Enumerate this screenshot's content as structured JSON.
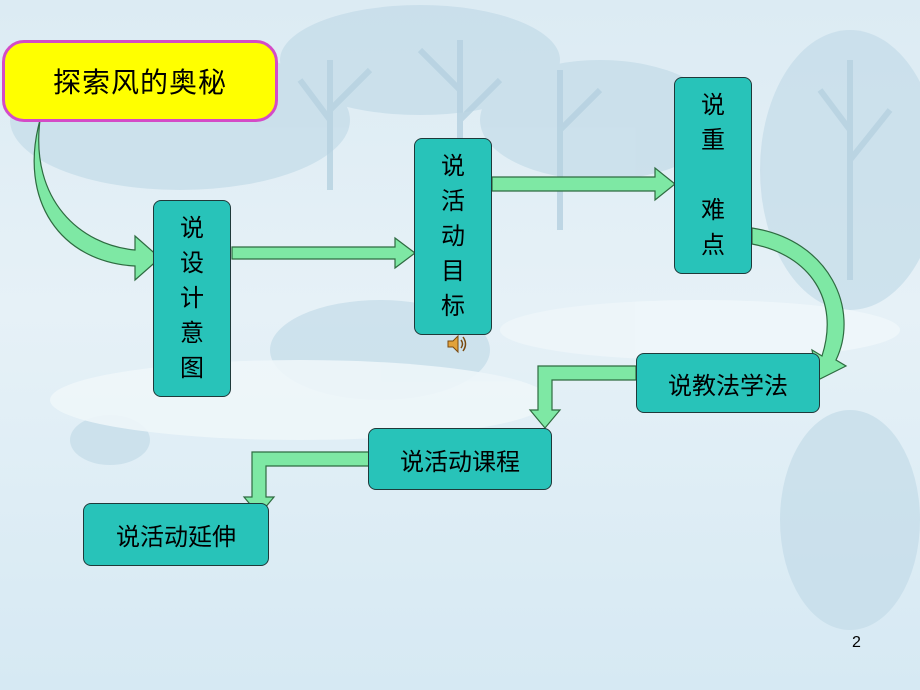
{
  "title": "探索风的奥秘",
  "steps": {
    "design_intent": [
      "说",
      "设",
      "计",
      "意",
      "图"
    ],
    "activity_goal": [
      "说",
      "活",
      "动",
      "目",
      "标"
    ],
    "key_points": [
      "说",
      "重",
      "",
      "难",
      "点"
    ],
    "teaching_method": "说教法学法",
    "activity_course": "说活动课程",
    "activity_extension": "说活动延伸"
  },
  "page_number": "2",
  "colors": {
    "box_fill": "#28c3b9",
    "title_fill": "#ffff00",
    "title_border": "#d44bc7",
    "arrow_fill": "#7ee8a4",
    "arrow_stroke": "#2e6b40"
  },
  "icons": {
    "sound": "speaker-icon"
  }
}
